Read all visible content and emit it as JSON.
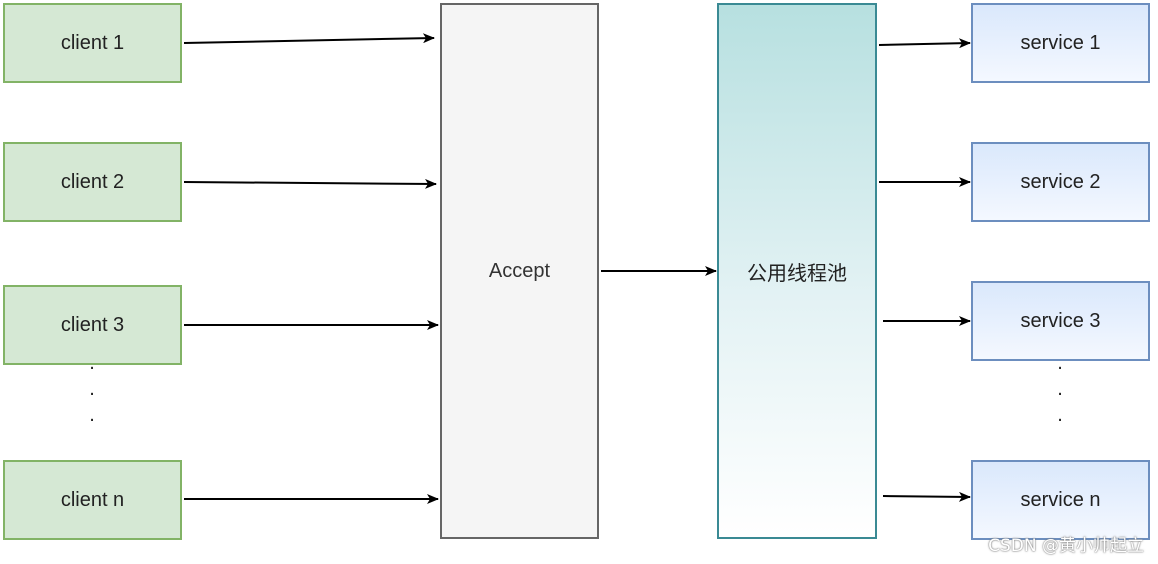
{
  "clients": [
    "client 1",
    "client 2",
    "client 3",
    "client n"
  ],
  "services": [
    "service 1",
    "service 2",
    "service 3",
    "service n"
  ],
  "accept_label": "Accept",
  "pool_label": "公用线程池",
  "ellipsis": ".",
  "watermark": "CSDN @黄小帅起立"
}
